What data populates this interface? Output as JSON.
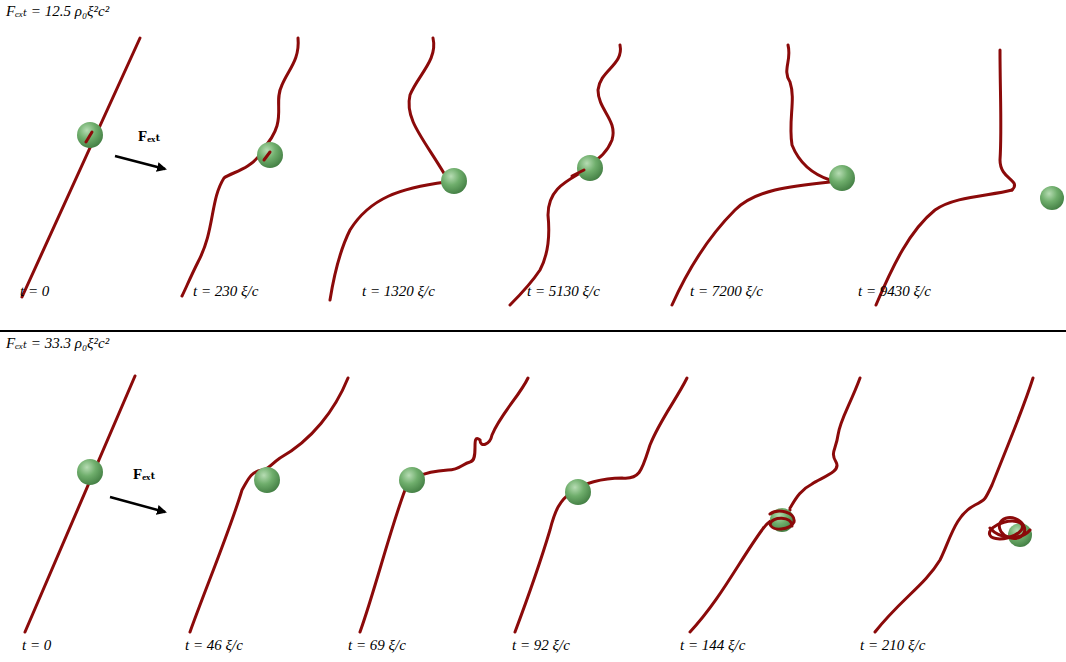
{
  "diagram": {
    "labels": [
      "Fₑₓₜ = 12.5 ρ₀ξ²c²",
      "Fₑₓₜ",
      "t = 0",
      "t = 230 ξ/c",
      "t = 1320 ξ/c",
      "t = 5130 ξ/c",
      "t = 7200 ξ/c",
      "t = 9430 ξ/c",
      "Fₑₓₜ = 33.3 ρ₀ξ²c²",
      "Fₑₓₜ",
      "t = 0",
      "t = 46 ξ/c",
      "t = 69 ξ/c",
      "t = 92 ξ/c",
      "t = 144 ξ/c",
      "t = 210 ξ/c"
    ]
  }
}
